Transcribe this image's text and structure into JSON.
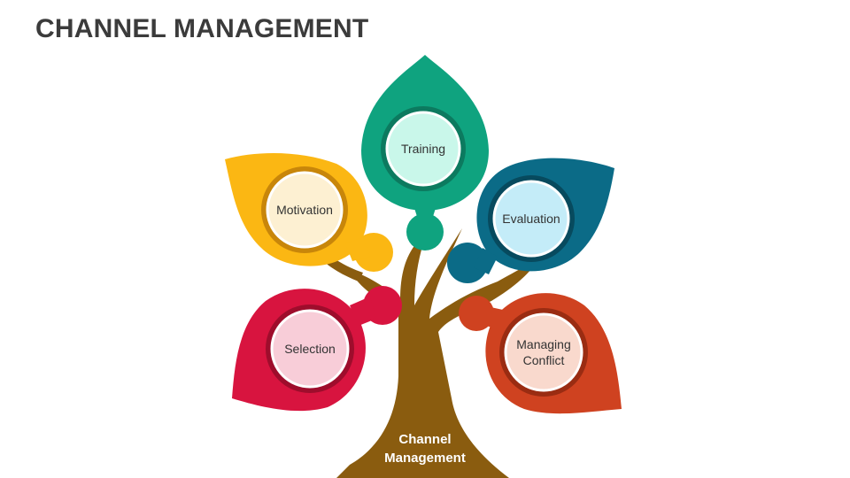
{
  "title": "CHANNEL MANAGEMENT",
  "root": {
    "line1": "Channel",
    "line2": "Management",
    "color": "#8a5c0f"
  },
  "nodes": {
    "training": {
      "label": "Training",
      "color": "#0fa37f",
      "inner": "#c9f7ea"
    },
    "motivation": {
      "label": "Motivation",
      "color": "#fbb713",
      "inner": "#fdf0d2"
    },
    "evaluation": {
      "label": "Evaluation",
      "color": "#0b6b87",
      "inner": "#c4ecf8"
    },
    "selection": {
      "label": "Selection",
      "color": "#d8143f",
      "inner": "#f8cdd8"
    },
    "managing": {
      "line1": "Managing",
      "line2": "Conflict",
      "color": "#cf4220",
      "inner": "#f9d9cd"
    }
  }
}
